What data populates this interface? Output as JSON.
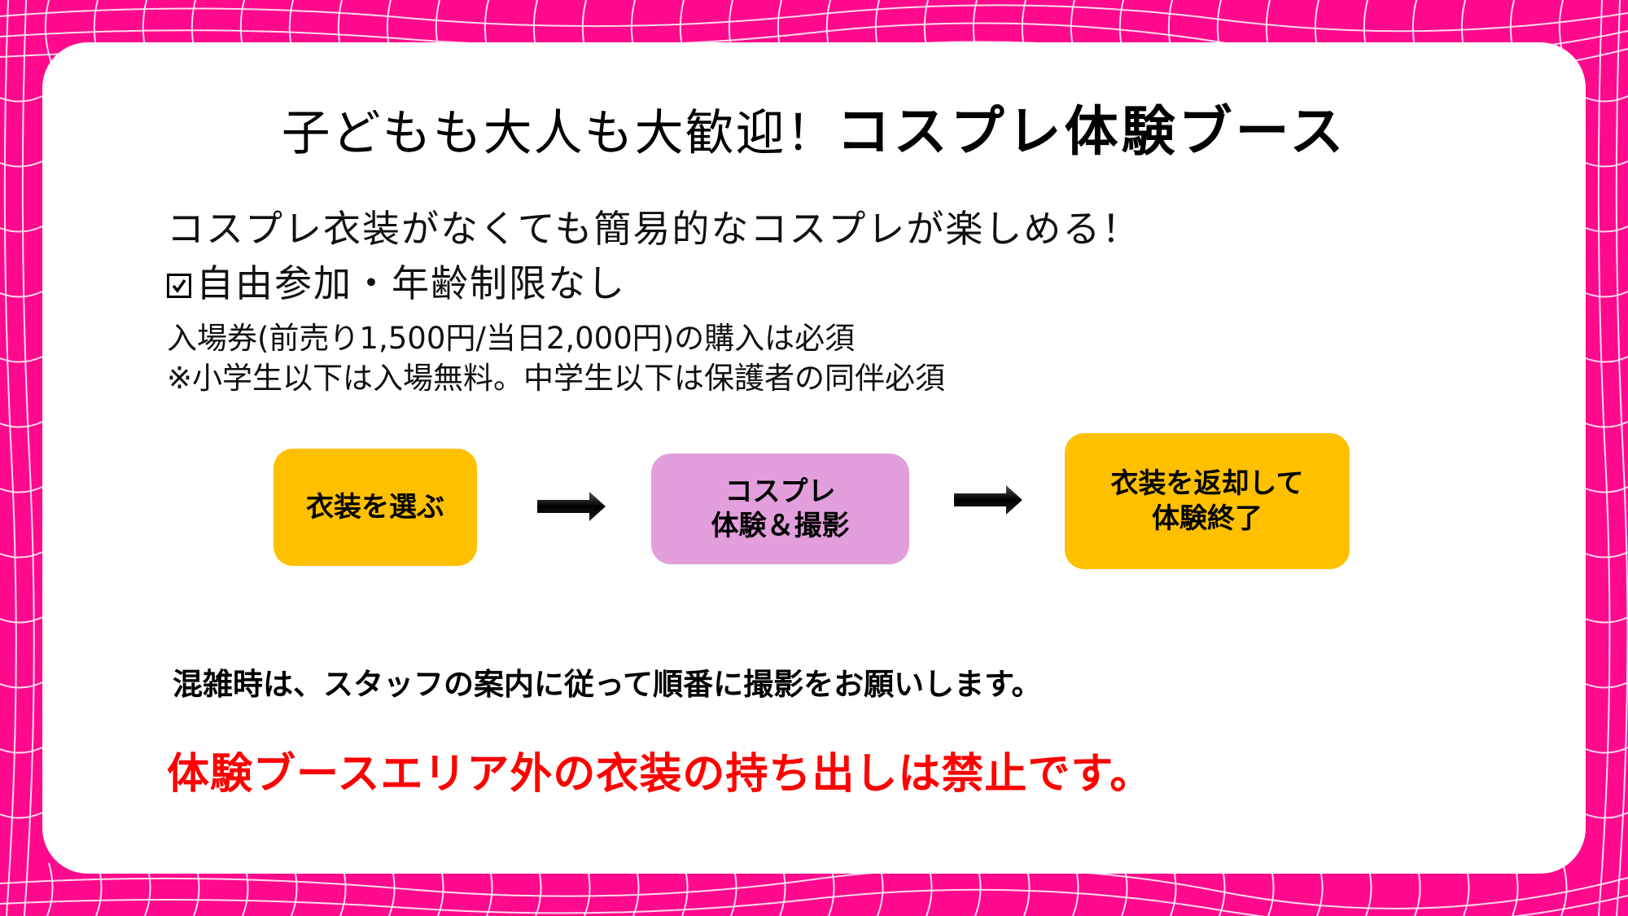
{
  "colors": {
    "background": "#FF0A8C",
    "card": "#FFFFFF",
    "step_yellow": "#FFC000",
    "step_pink": "#E29FDC",
    "warning_red": "#FF0000"
  },
  "header": {
    "title_light": "子どもも大人も大歓迎！",
    "title_bold": "コスプレ体験ブース"
  },
  "intro": {
    "tagline": "コスプレ衣装がなくても簡易的なコスプレが楽しめる！",
    "checkbox_icon": "checkbox-checked-icon",
    "participation": "自由参加・年齢制限なし",
    "ticket_note": "入場券(前売り1,500円/当日2,000円)の購入は必須",
    "child_note": "※小学生以下は入場無料。中学生以下は保護者の同伴必須"
  },
  "flow": {
    "steps": [
      {
        "label": "衣装を選ぶ",
        "color": "#FFC000"
      },
      {
        "label_line1": "コスプレ",
        "label_line2": "体験＆撮影",
        "color": "#E29FDC"
      },
      {
        "label_line1": "衣装を返却して",
        "label_line2": "体験終了",
        "color": "#FFC000"
      }
    ],
    "arrow_icon": "right-arrow-icon"
  },
  "footer": {
    "notice": "混雑時は、スタッフの案内に従って順番に撮影をお願いします。",
    "warning": "体験ブースエリア外の衣装の持ち出しは禁止です。"
  }
}
